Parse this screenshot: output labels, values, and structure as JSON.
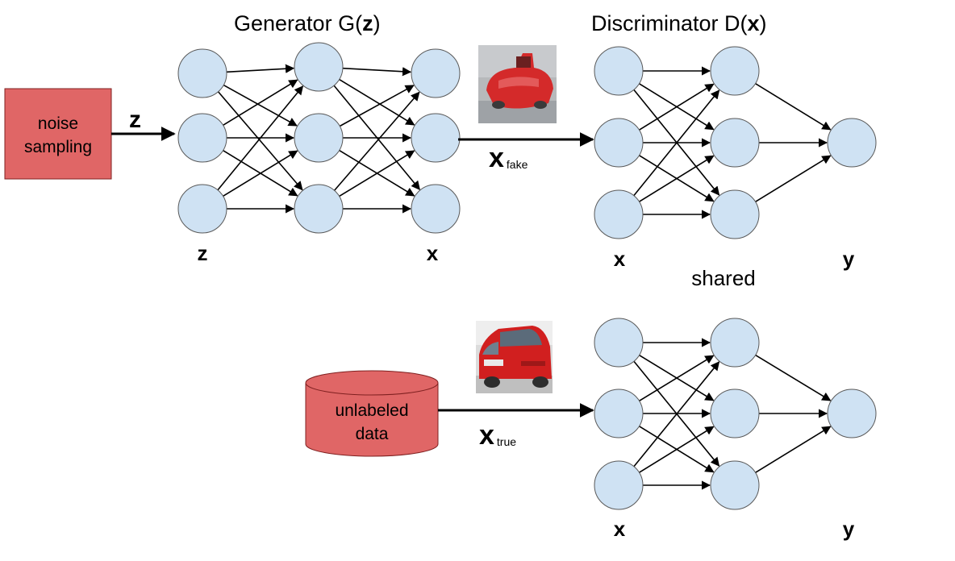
{
  "colors": {
    "node_fill": "#cfe2f3",
    "node_stroke": "#595959",
    "box_fill": "#e06666",
    "box_stroke": "#7f2020",
    "edge": "#000000"
  },
  "generator": {
    "title_prefix": "Generator G(",
    "title_var": "z",
    "title_suffix": ")",
    "input_label": "z",
    "output_label": "x"
  },
  "discriminator": {
    "title_prefix": "Discriminator D(",
    "title_var": "x",
    "title_suffix": ")",
    "input_label": "x",
    "output_label": "y",
    "bottom_input_label": "x",
    "bottom_output_label": "y"
  },
  "shared_label": "shared",
  "noise_box": {
    "line1": "noise",
    "line2": "sampling",
    "arrow_label": "z"
  },
  "data_store": {
    "line1": "unlabeled",
    "line2": "data"
  },
  "fake_arrow": {
    "main": "x",
    "sub": "fake"
  },
  "true_arrow": {
    "main": "x",
    "sub": "true"
  },
  "images": {
    "fake": "fake-car-thumbnail",
    "true": "real-car-thumbnail"
  }
}
